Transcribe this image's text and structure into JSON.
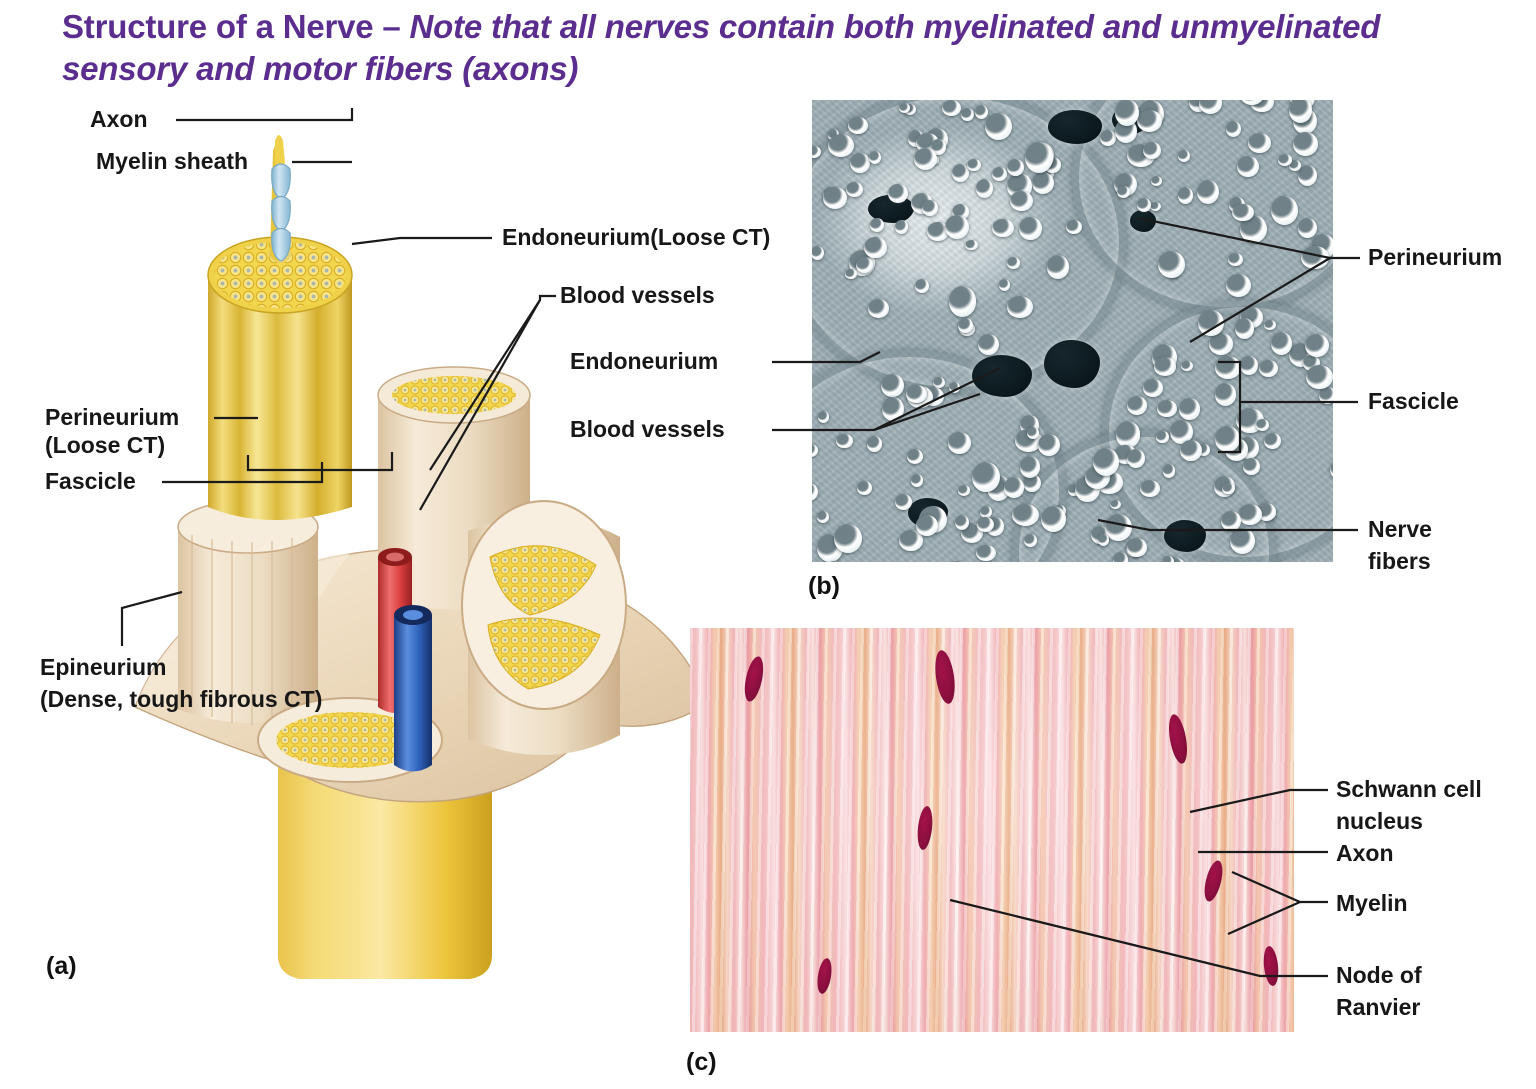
{
  "title": {
    "lead": "Structure of a Nerve – ",
    "note": "Note that all nerves contain both myelinated and unmyelinated sensory and motor fibers (axons)",
    "color": "#5a2d8e"
  },
  "panel_a": {
    "tag": "(a)",
    "type": "illustration",
    "labels": {
      "axon": "Axon",
      "myelin_sheath": "Myelin sheath",
      "endoneurium_loose_ct": "Endoneurium(Loose CT)",
      "blood_vessels": "Blood vessels",
      "perineurium_line1": "Perineurium",
      "perineurium_line2": "(Loose CT)",
      "fascicle": "Fascicle",
      "epineurium_line1": "Epineurium",
      "epineurium_line2": "(Dense, tough fibrous CT)"
    },
    "colors": {
      "axon_bundle": "#f0d14a",
      "myelin": "#a8cde0",
      "connective_tissue": "#efdcc0",
      "artery": "#e04a4a",
      "vein": "#3a6fc4",
      "nerve_trunk": "#e8c53a"
    }
  },
  "panel_b": {
    "tag": "(b)",
    "type": "electron-micrograph",
    "labels": {
      "endoneurium": "Endoneurium",
      "blood_vessels": "Blood vessels",
      "perineurium": "Perineurium",
      "fascicle": "Fascicle",
      "nerve_fibers_line1": "Nerve",
      "nerve_fibers_line2": "fibers"
    },
    "colors": {
      "tone": "#9eb0b6",
      "highlight": "#ffffff",
      "dark": "#0d1b20"
    }
  },
  "panel_c": {
    "tag": "(c)",
    "type": "light-micrograph",
    "labels": {
      "schwann_cell_line1": "Schwann cell",
      "schwann_cell_line2": "nucleus",
      "axon": "Axon",
      "myelin": "Myelin",
      "node_of_ranvier_line1": "Node of",
      "node_of_ranvier_line2": "Ranvier"
    },
    "colors": {
      "stain": "#f2b7bd",
      "fiber": "#e8a878",
      "nucleus": "#8c0f3f"
    }
  }
}
